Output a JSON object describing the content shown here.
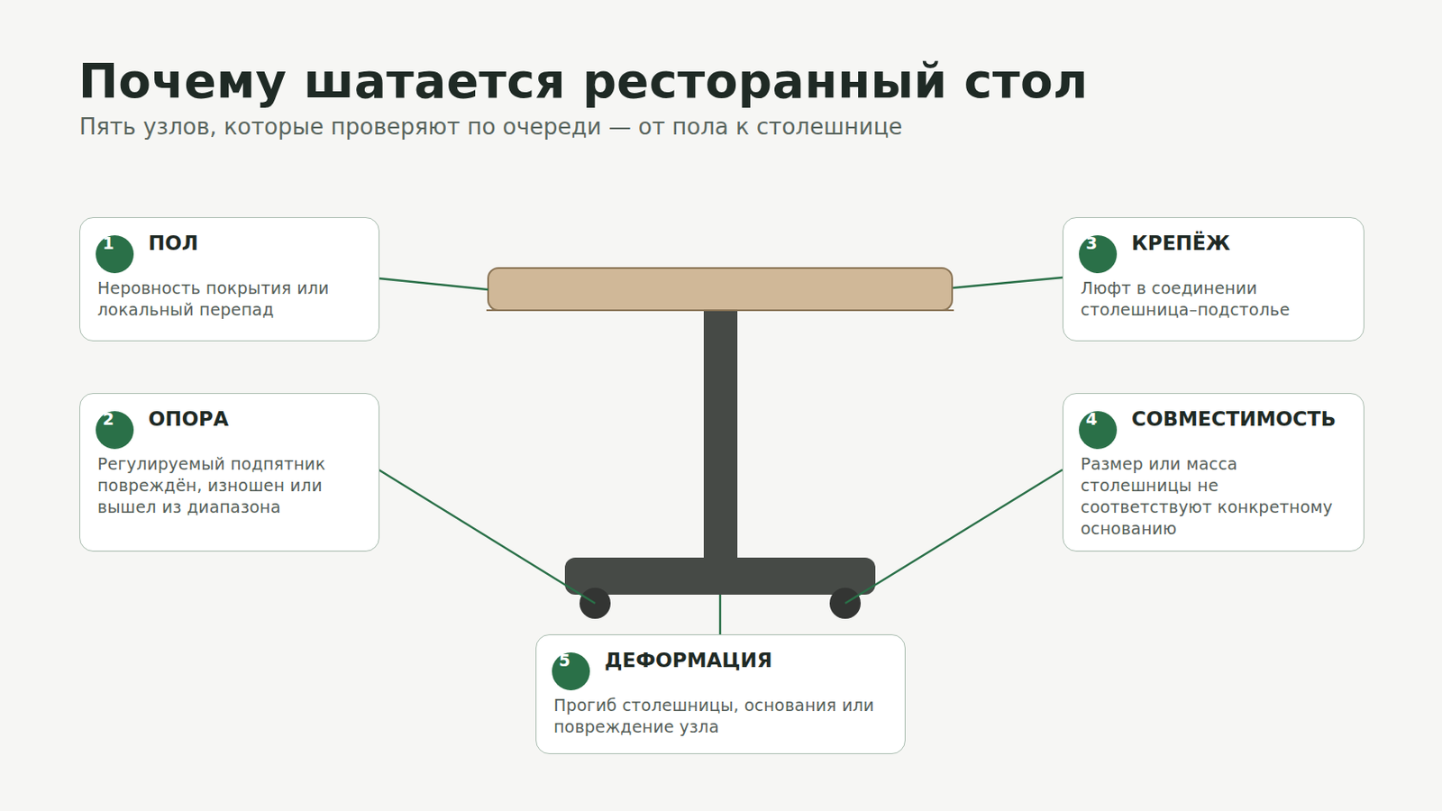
{
  "diagram": {
    "title": "Почему шатается ресторанный стол",
    "caption": "Пять узлов, которые проверяют по очереди — от пола к столешнице",
    "nodes": [
      {
        "text": [
          "ПОЛ",
          "Неровность покрытия или локальный перепад"
        ]
      },
      {
        "text": [
          "1"
        ],
        "in": 0
      },
      {
        "text": [
          "ОПОРА",
          "Регулируемый подпятник повреждён, изношен или вышел из диапазона"
        ]
      },
      {
        "text": [
          "2"
        ],
        "in": 2
      },
      {
        "text": [
          "КРЕПЁЖ",
          "Люфт в соединении столешница–подстолье"
        ]
      },
      {
        "text": [
          "3"
        ],
        "in": 4
      },
      {
        "text": [
          "СОВМЕСТИМОСТЬ",
          "Размер или масса столешницы не соответствуют конкретному основанию"
        ]
      },
      {
        "text": [
          "4"
        ],
        "in": 6
      },
      {
        "text": [
          "ДЕФОРМАЦИЯ",
          "Прогиб столешницы, основания или повреждение узла"
        ]
      },
      {
        "text": [
          "5"
        ],
        "in": 8
      }
    ]
  }
}
